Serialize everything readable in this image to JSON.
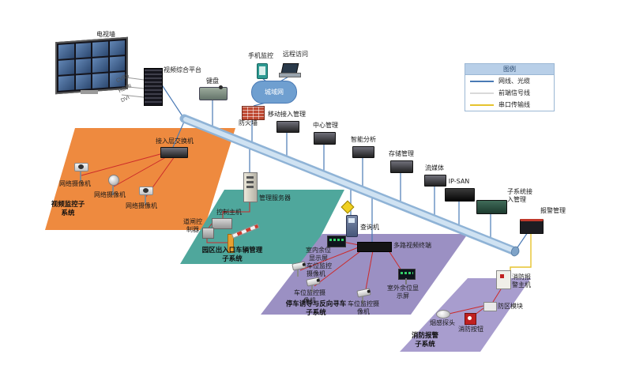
{
  "top": {
    "tv_wall": "电视墙",
    "video_platform": "视频综合平台",
    "keyboard": "键盘",
    "mobile_monitor": "手机监控",
    "remote_access": "远程访问",
    "man_cloud": "城域网",
    "firewall": "防火墙",
    "cables": [
      "CVBS",
      "HDMI",
      "DVI"
    ]
  },
  "backbone": {
    "mobile_access": "移动接入管理",
    "center_mgmt": "中心管理",
    "analysis": "智能分析",
    "storage": "存储管理",
    "streaming": "流媒体",
    "ipsan": "IP-SAN",
    "subsystem_access": "子系统接入管理",
    "alarm_mgmt": "报警管理"
  },
  "legend": {
    "title": "图例",
    "items": [
      {
        "label": "网线、光缆"
      },
      {
        "label": "前端信号线"
      },
      {
        "label": "串口传输线"
      }
    ]
  },
  "zones": {
    "video": {
      "title": "视频监控子系统",
      "camera": "网络摄像机",
      "switch": "接入层交换机"
    },
    "vehicle": {
      "title": "园区出入口车辆管理子系统",
      "server": "管理服务器",
      "host": "控制主机",
      "barrier_ctrl": "道闸控制器"
    },
    "parking": {
      "title": "停车诱导与反向寻车子系统",
      "indoor_display": "室内余位显示屏",
      "query": "查询机",
      "terminal": "多路视频终端",
      "cam": "车位监控摄像机",
      "outdoor_display": "室外余位显示屏"
    },
    "fire": {
      "title": "消防报警子系统",
      "host": "消防报警主机",
      "module": "防区模块",
      "smoke": "烟感探头",
      "button": "消防按钮"
    }
  },
  "colors": {
    "zone_video": "#ee8a3f",
    "zone_vehicle": "#4fa79c",
    "zone_parking": "#9b90c3",
    "zone_fire": "#a89dce",
    "line_network": "#4a7ab5",
    "line_signal": "#cc2a2a",
    "line_serial": "#e6c32e",
    "bus_outer": "#8fb3d6",
    "bus_inner": "#cfe2f2",
    "legend_net": "#4a7ab5",
    "legend_signal": "#d9d9d9",
    "legend_serial": "#e6c32e"
  }
}
